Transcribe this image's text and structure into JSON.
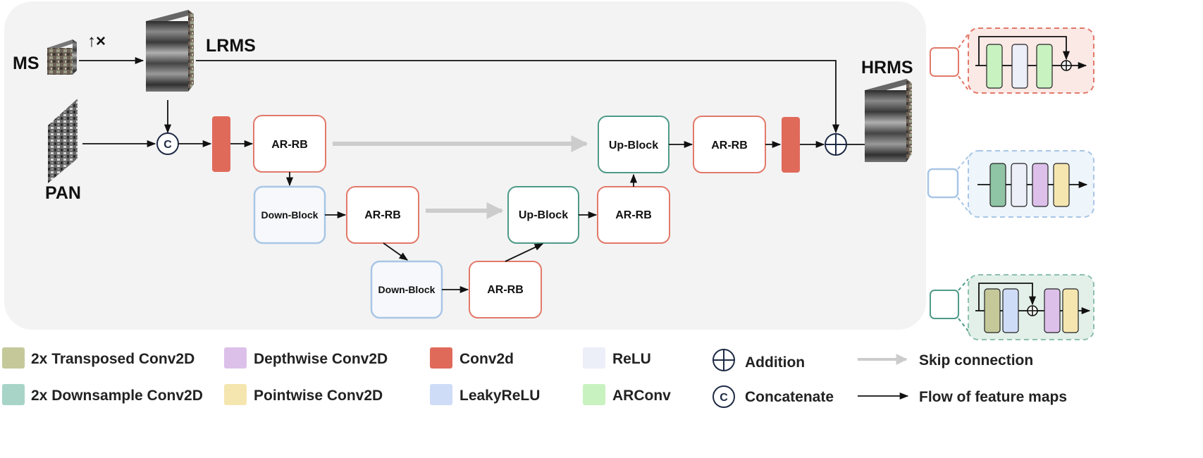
{
  "labels": {
    "ms": "MS",
    "upsample": "↑×",
    "lrms": "LRMS",
    "pan": "PAN",
    "hrms": "HRMS",
    "concat_symbol": "C"
  },
  "blocks": {
    "ar_rb": "AR-RB",
    "down_block": "Down-Block",
    "up_block": "Up-Block"
  },
  "legend": [
    {
      "label": "2x Transposed Conv2D",
      "color": "#c5c99a"
    },
    {
      "label": "2x Downsample Conv2D",
      "color": "#a8d4c8"
    },
    {
      "label": "Depthwise Conv2D",
      "color": "#dcc0ea"
    },
    {
      "label": "Pointwise Conv2D",
      "color": "#f5e6b0"
    },
    {
      "label": "Conv2d",
      "color": "#e06a5a"
    },
    {
      "label": "LeakyReLU",
      "color": "#cfdcf7"
    },
    {
      "label": "ReLU",
      "color": "#eceef8"
    },
    {
      "label": "ARConv",
      "color": "#c8f2c0"
    },
    {
      "label": "Addition",
      "icon": "addition-icon"
    },
    {
      "label": "Concatenate",
      "icon": "concatenate-icon"
    },
    {
      "label": "Skip connection",
      "icon": "skip-arrow-icon"
    },
    {
      "label": "Flow of feature maps",
      "icon": "flow-arrow-icon"
    }
  ],
  "colors": {
    "ar_rb_border": "#e2796a",
    "down_block_border": "#a9c6e6",
    "up_block_border": "#4e9a88",
    "conv": "#e06a5a",
    "arconv": "#c8f2c0",
    "relu": "#eceef8",
    "leakyrelu": "#cfdcf7",
    "skip": "#cccccc",
    "background_panel": "#f3f3f3"
  }
}
